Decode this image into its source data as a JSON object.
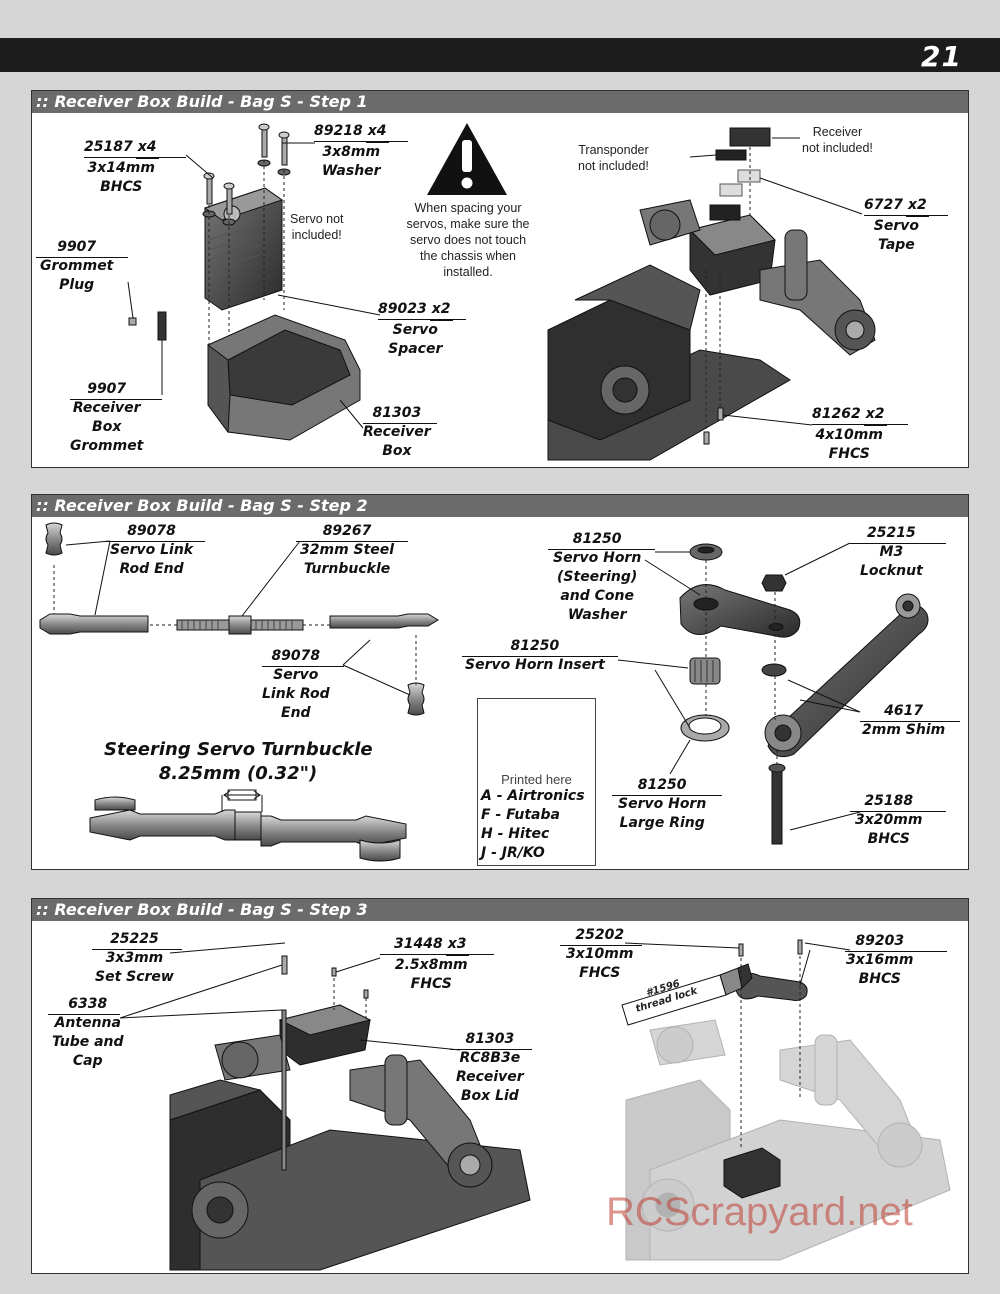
{
  "page_number": "21",
  "step1": {
    "title": ":: Receiver Box Build - Bag S - Step 1",
    "warning": [
      "When spacing your",
      "servos, make sure the",
      "servo does not touch",
      "the chassis when",
      "installed."
    ],
    "servo_note": [
      "Servo not",
      "included!"
    ],
    "transponder_note": [
      "Transponder",
      "not included!"
    ],
    "receiver_note": [
      "Receiver",
      "not included!"
    ],
    "parts": {
      "p25187": {
        "num": "25187",
        "qty": "x4",
        "desc": [
          "3x14mm",
          "BHCS"
        ]
      },
      "p89218": {
        "num": "89218",
        "qty": "x4",
        "desc": [
          "3x8mm",
          "Washer"
        ]
      },
      "p9907a": {
        "num": "9907",
        "desc": [
          "Grommet",
          "Plug"
        ]
      },
      "p89023": {
        "num": "89023",
        "qty": "x2",
        "desc": [
          "Servo",
          "Spacer"
        ]
      },
      "p9907b": {
        "num": "9907",
        "desc": [
          "Receiver",
          "Box",
          "Grommet"
        ]
      },
      "p81303": {
        "num": "81303",
        "desc": [
          "Receiver",
          "Box"
        ]
      },
      "p6727": {
        "num": "6727",
        "qty": "x2",
        "desc": [
          "Servo",
          "Tape"
        ]
      },
      "p81262": {
        "num": "81262",
        "qty": "x2",
        "desc": [
          "4x10mm",
          "FHCS"
        ]
      }
    }
  },
  "step2": {
    "title": ":: Receiver Box Build - Bag S - Step 2",
    "turnbuckle_heading": [
      "Steering Servo Turnbuckle",
      "8.25mm (0.32\")"
    ],
    "parts": {
      "p89078a": {
        "num": "89078",
        "desc": [
          "Servo Link",
          "Rod End"
        ]
      },
      "p89267": {
        "num": "89267",
        "desc": [
          "32mm Steel",
          "Turnbuckle"
        ]
      },
      "p89078b": {
        "num": "89078",
        "desc": [
          "Servo",
          "Link Rod",
          "End"
        ]
      },
      "p81250a": {
        "num": "81250",
        "desc": [
          "Servo Horn",
          "(Steering)",
          "and Cone",
          "Washer"
        ]
      },
      "p25215": {
        "num": "25215",
        "desc": [
          "M3",
          "Locknut"
        ]
      },
      "p81250b": {
        "num": "81250",
        "desc": [
          "Servo Horn Insert"
        ]
      },
      "p4617": {
        "num": "4617",
        "desc": [
          "2mm Shim"
        ]
      },
      "p81250c": {
        "num": "81250",
        "desc": [
          "Servo Horn",
          "Large Ring"
        ]
      },
      "p25188": {
        "num": "25188",
        "desc": [
          "3x20mm",
          "BHCS"
        ]
      }
    },
    "legend": {
      "printed_here": "Printed here",
      "rows": [
        "A - Airtronics",
        "F - Futaba",
        "H - Hitec",
        "J - JR/KO"
      ]
    }
  },
  "step3": {
    "title": ":: Receiver Box Build - Bag S - Step 3",
    "threadlock": [
      "#1596",
      "thread lock"
    ],
    "parts": {
      "p25225": {
        "num": "25225",
        "desc": [
          "3x3mm",
          "Set Screw"
        ]
      },
      "p6338": {
        "num": "6338",
        "desc": [
          "Antenna",
          "Tube and",
          "Cap"
        ]
      },
      "p31448": {
        "num": "31448",
        "qty": "x3",
        "desc": [
          "2.5x8mm",
          "FHCS"
        ]
      },
      "p81303": {
        "num": "81303",
        "desc": [
          "RC8B3e",
          "Receiver",
          "Box Lid"
        ]
      },
      "p25202": {
        "num": "25202",
        "desc": [
          "3x10mm",
          "FHCS"
        ]
      },
      "p89203": {
        "num": "89203",
        "desc": [
          "3x16mm",
          "BHCS"
        ]
      }
    }
  },
  "watermark": "RCScrapyard.net"
}
